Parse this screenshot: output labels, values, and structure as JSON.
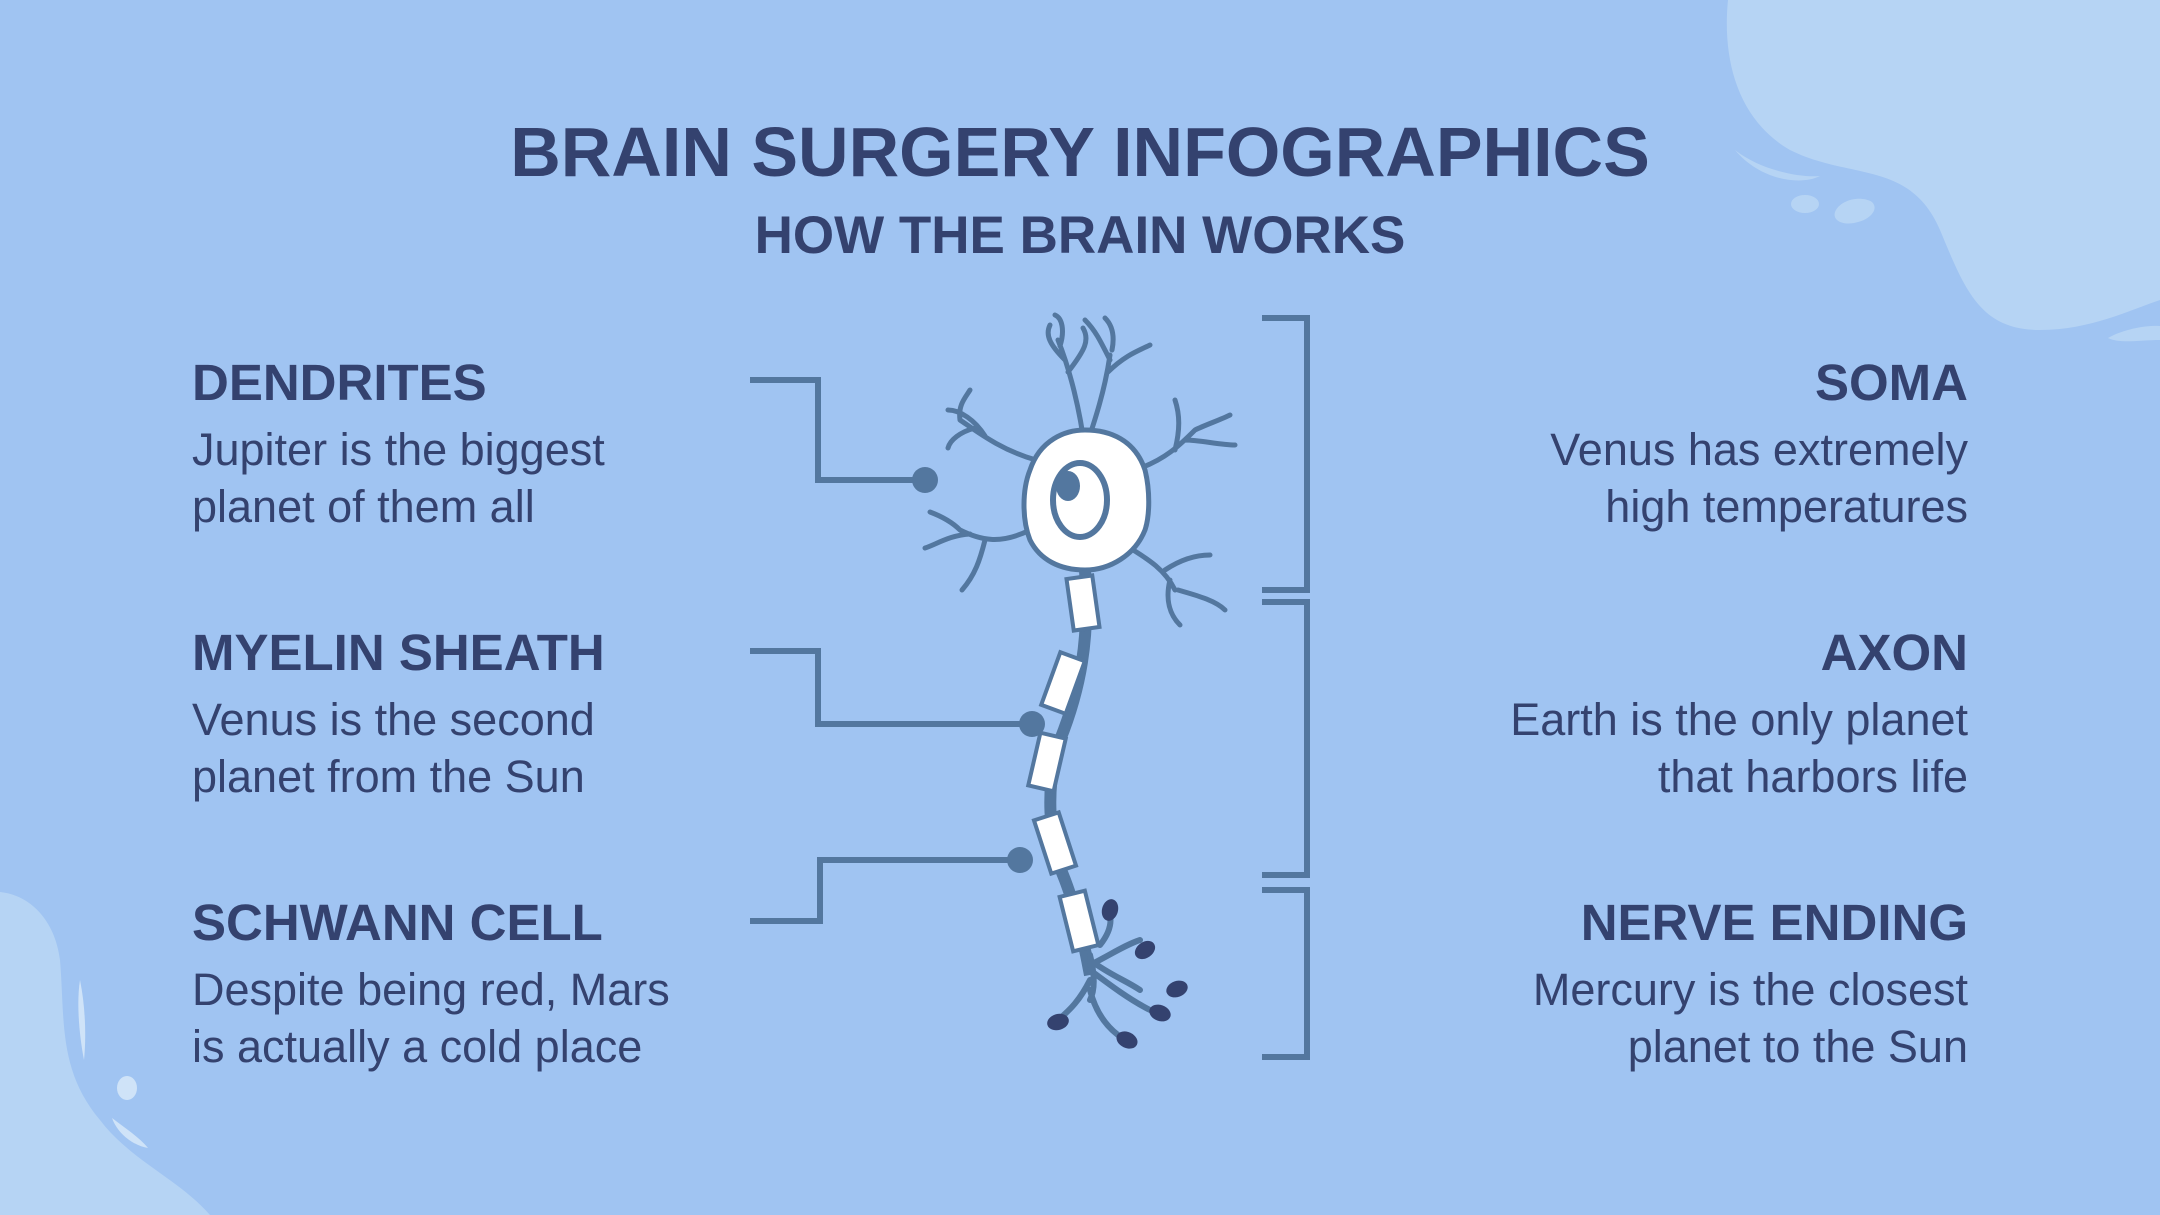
{
  "header": {
    "title": "BRAIN SURGERY INFOGRAPHICS",
    "subtitle": "HOW THE BRAIN WORKS"
  },
  "left_items": [
    {
      "heading": "DENDRITES",
      "text": "Jupiter is the biggest\nplanet of them all"
    },
    {
      "heading": "MYELIN SHEATH",
      "text": "Venus is the second\nplanet from the Sun"
    },
    {
      "heading": "SCHWANN CELL",
      "text": "Despite being red, Mars\nis actually a cold place"
    }
  ],
  "right_items": [
    {
      "heading": "SOMA",
      "text": "Venus has extremely\nhigh temperatures"
    },
    {
      "heading": "AXON",
      "text": "Earth is the only planet\nthat harbors life"
    },
    {
      "heading": "NERVE ENDING",
      "text": "Mercury is the closest\nplanet to the Sun"
    }
  ],
  "colors": {
    "background": "#a0c4f2",
    "blob": "#b6d4f4",
    "text": "#34426f",
    "line": "#53779f",
    "neuron_fill": "#ffffff",
    "node": "#34426f"
  }
}
